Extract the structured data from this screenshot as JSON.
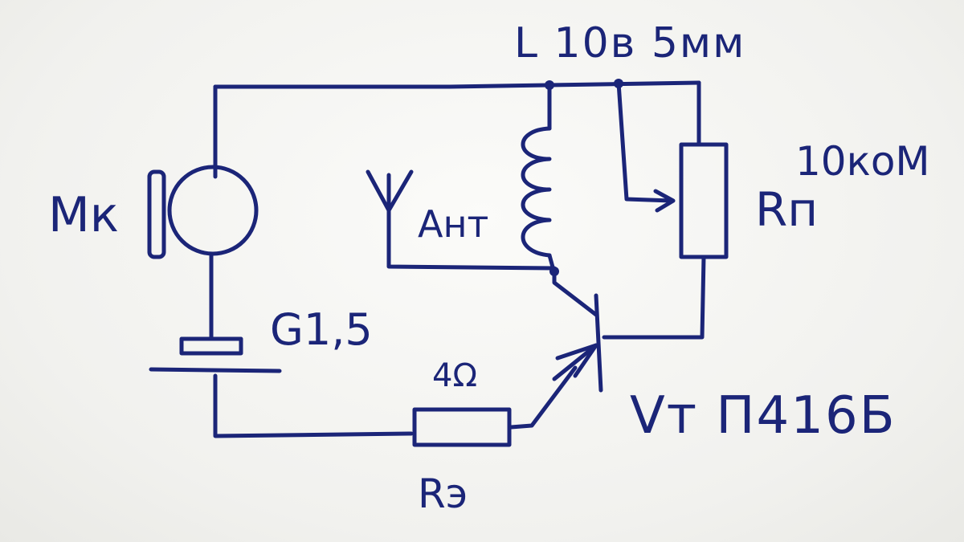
{
  "labels": {
    "microphone": "Мк",
    "battery": "G1,5",
    "antenna": "Ант",
    "coil": "L 10в 5мм",
    "potentiometer_value": "10коМ",
    "potentiometer": "Rп",
    "resistor_value": "4Ω",
    "resistor": "Rэ",
    "transistor": "Vт П416Б"
  },
  "colors": {
    "ink": "#1b2578",
    "paper": "#f4f4f2"
  }
}
